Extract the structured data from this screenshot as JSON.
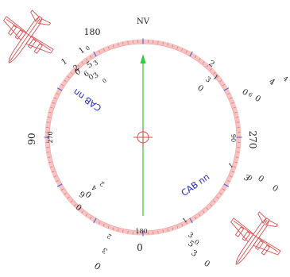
{
  "colors": {
    "ring": "#f3a6a6",
    "ring_tick": "#e56a6a",
    "cardinal_tick": "#4f5fd6",
    "needle": "#2ecc40",
    "cab_text": "#1f25c8",
    "crosshair": "#e14a4a",
    "aircraft": "#e24c4c",
    "text": "#222222"
  },
  "compass": {
    "top_label": "NV",
    "bottom_label": "0",
    "left_label": "90",
    "right_label": "270",
    "top_number": "180",
    "bottom_inner": "180",
    "left_inner": "270",
    "right_inner": "90"
  },
  "cab_labels": {
    "upper_left": "CAB nn",
    "lower_right": "CAB nn"
  },
  "rotated_labels": {
    "upper_left": [
      "1",
      "0",
      "5",
      "3",
      "2",
      "0",
      "6",
      "0",
      "3",
      "0"
    ],
    "upper_right": [
      "2",
      "3",
      "1",
      "0",
      "0",
      "6",
      "0",
      "4",
      "4"
    ],
    "lower_left": [
      "2",
      "4",
      "0",
      "6",
      "0"
    ],
    "lower_right": [
      "1",
      "3",
      "5",
      "0",
      "3",
      "0"
    ],
    "bottom_left": [
      "2",
      "3",
      "0"
    ],
    "right_far": [
      "3",
      "0",
      "0",
      "1"
    ]
  },
  "aircraft": [
    {
      "name": "aircraft-top-left",
      "icon": "airplane-icon"
    },
    {
      "name": "aircraft-bottom-right",
      "icon": "airplane-icon"
    }
  ]
}
